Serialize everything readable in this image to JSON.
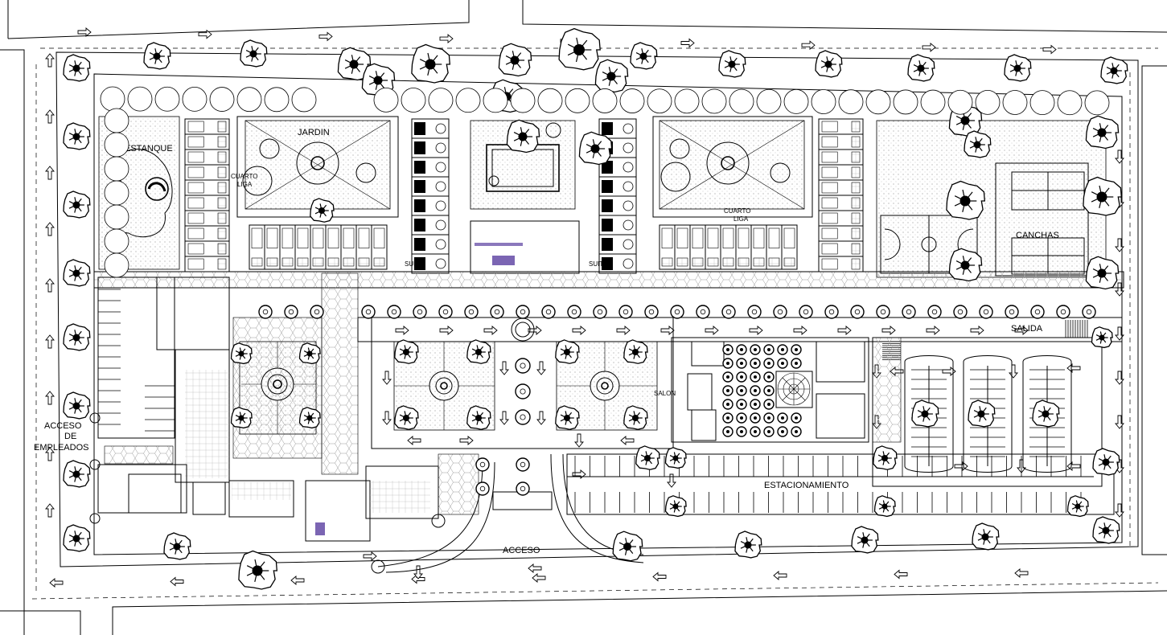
{
  "labels": {
    "jardin": "JARDIN",
    "estanque": "ESTANQUE",
    "cuarto_l": "CUARTO",
    "cuarto_l2": "LIGA",
    "cuarto_r": "CUARTO",
    "cuarto_r2": "LIGA",
    "suite_1": "SUITE",
    "suite_2": "SUITE",
    "canchas": "CANCHAS",
    "salida": "SALIDA",
    "salon": "SALON",
    "acceso_empleados_1": "ACCESO",
    "acceso_empleados_2": "DE",
    "acceso_empleados_3": "EMPLEADOS",
    "estacionamiento": "ESTACIONAMIENTO",
    "acceso": "ACCESO"
  },
  "colors": {
    "line": "#000000",
    "background": "#ffffff",
    "furniture_accent": "#5a3fa0"
  },
  "icons": {
    "tree": "tree-canopy-icon",
    "arrow": "traffic-arrow-icon",
    "fountain": "fountain-icon"
  }
}
